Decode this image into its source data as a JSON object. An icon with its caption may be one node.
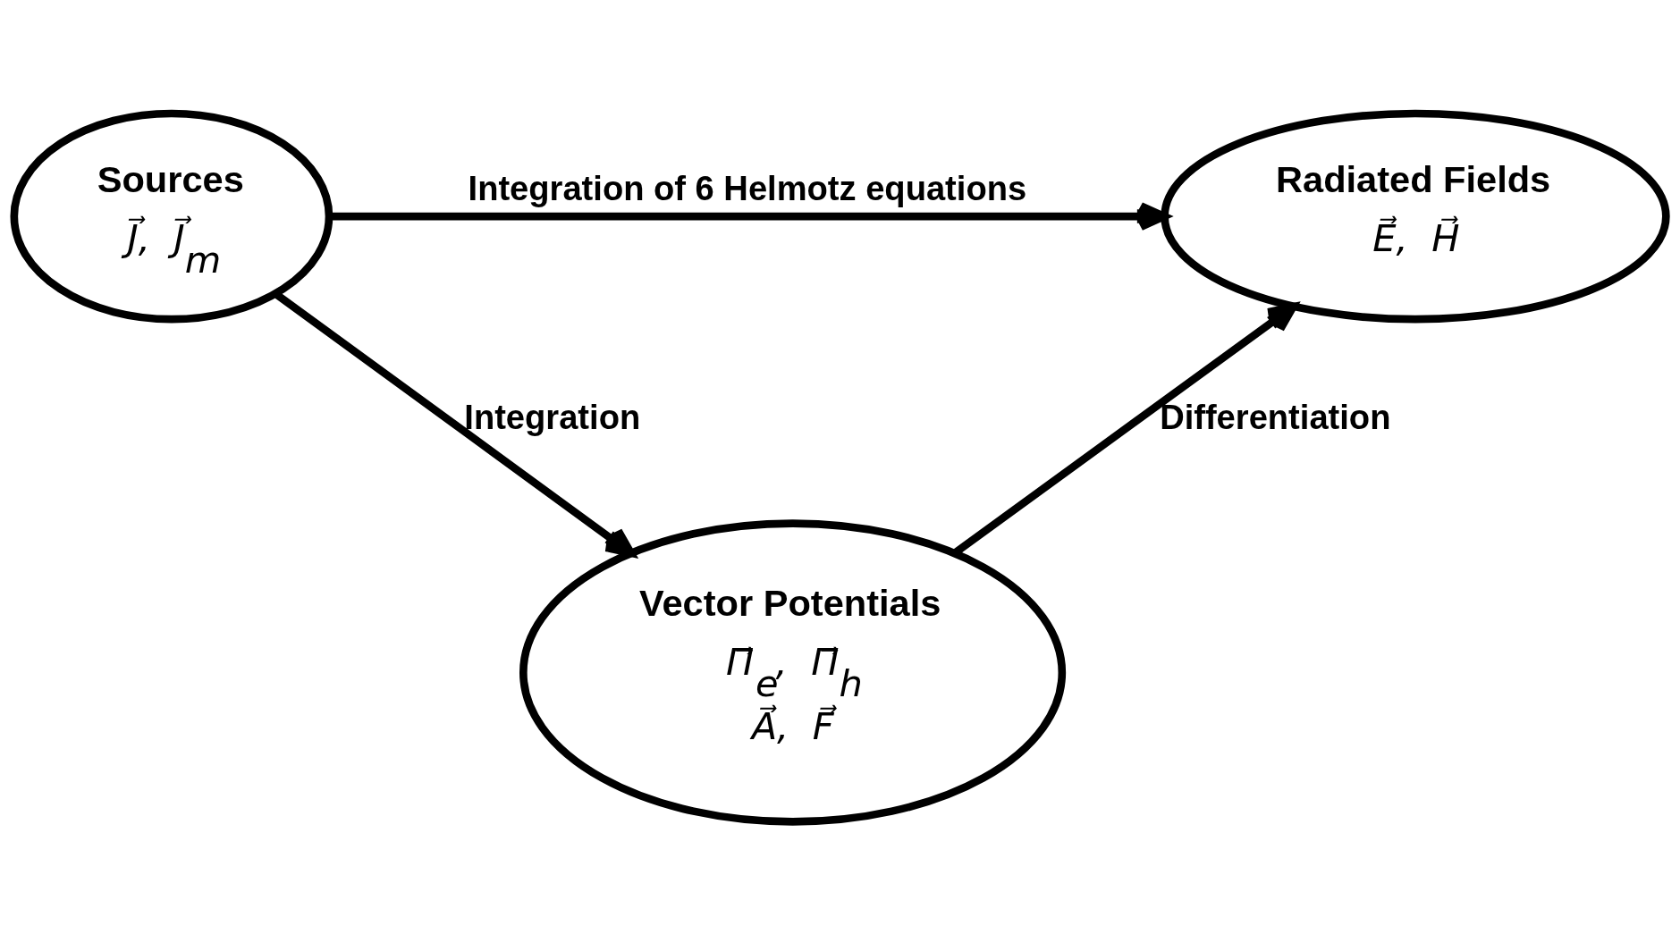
{
  "diagram": {
    "nodes": [
      {
        "text": [
          "Sources",
          "J⃗,  J⃗$_{m}$"
        ]
      },
      {
        "text": [
          "Radiated Fields",
          "E⃗,  H⃗"
        ]
      },
      {
        "text": [
          "Vector Potentials",
          "Π⃗$_{e}$,  Π⃗$_{h}$",
          "A⃗,  F⃗"
        ]
      }
    ],
    "edges": [
      {
        "from": 0,
        "to": 1,
        "arrow": "to",
        "label": "Integration of 6 Helmotz equations"
      },
      {
        "from": 0,
        "to": 2,
        "arrow": "to",
        "label": "Integration"
      },
      {
        "from": 2,
        "to": 1,
        "arrow": "to",
        "label": "Differentiation"
      }
    ]
  }
}
